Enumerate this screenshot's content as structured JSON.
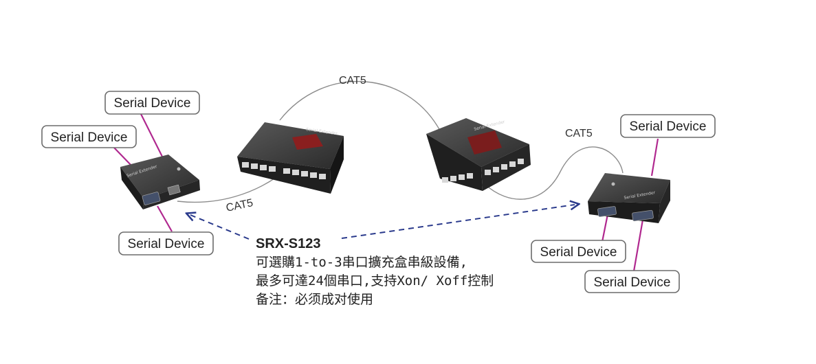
{
  "labels": {
    "serial_device": "Serial Device",
    "cat5": "CAT5"
  },
  "devices": {
    "left_extender_label": "Serial Extender",
    "hub_left_label": "Serial Extender",
    "hub_right_label": "Serial Extender",
    "right_extender_label": "Serial Extender"
  },
  "caption": {
    "title": "SRX-S123",
    "line1": "可選購1-to-3串口擴充盒串級設備,",
    "line2": "最多可達24個串口,支持Xon/ Xoff控制",
    "line3": "备注：必须成对使用"
  },
  "colors": {
    "serial_line": "#b0288f",
    "dashed_arrow": "#2a3a8c",
    "cable": "#8c8c8c",
    "device_body": "#2b2b2b"
  }
}
